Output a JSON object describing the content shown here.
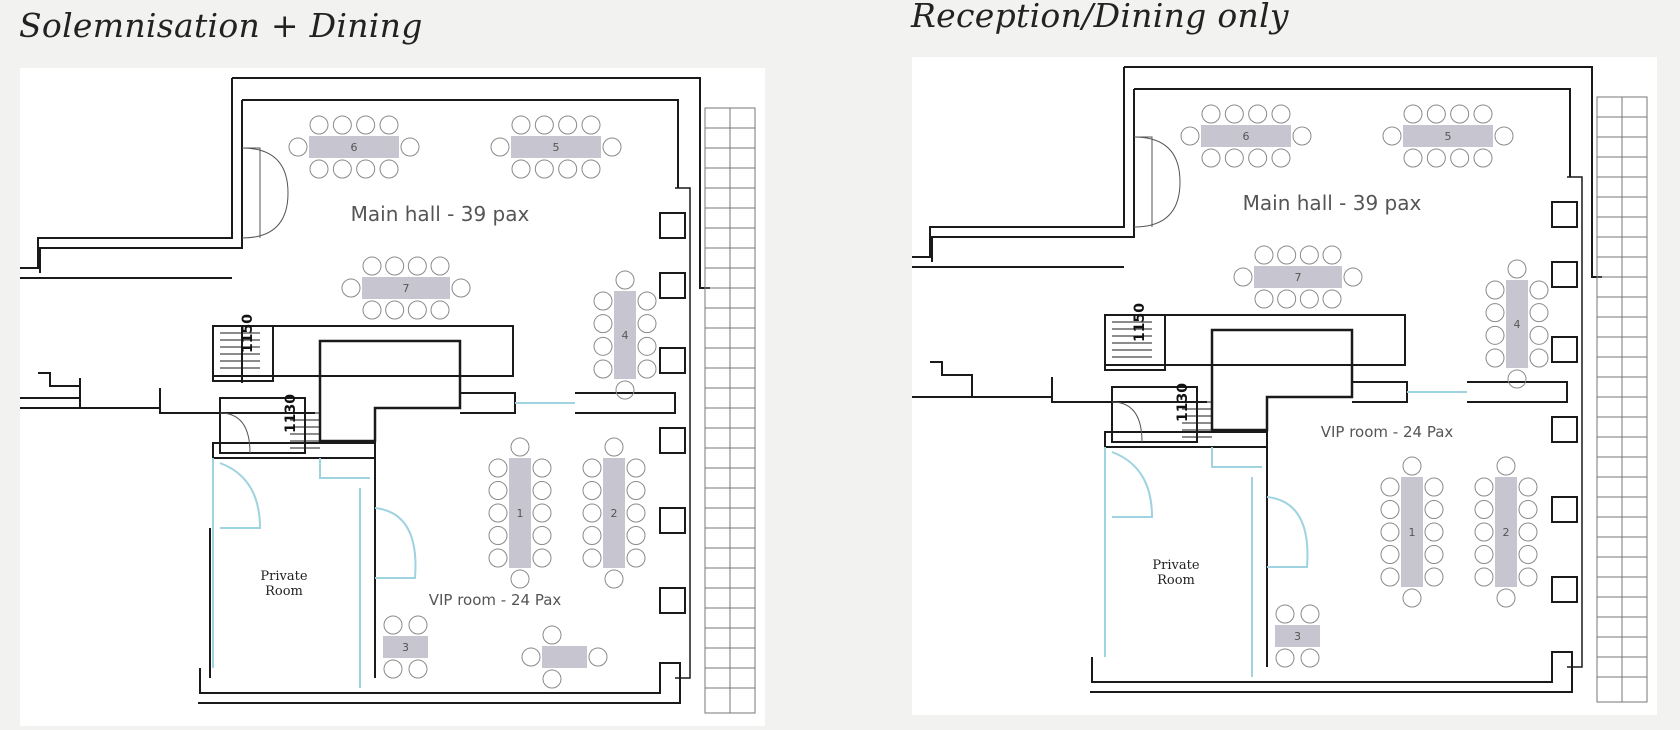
{
  "layouts": [
    {
      "title": "Solemnisation + Dining",
      "main_hall_label": "Main hall - 39 pax",
      "vip_label": "VIP room - 24 Pax",
      "private_room_label": [
        "Private",
        "Room"
      ],
      "stair_dimensions": [
        "1150",
        "1130"
      ],
      "tables": [
        "6",
        "5",
        "7",
        "4",
        "1",
        "2",
        "3",
        ""
      ]
    },
    {
      "title": "Reception/Dining only",
      "main_hall_label": "Main hall - 39 pax",
      "vip_label": "VIP room - 24 Pax",
      "private_room_label": [
        "Private",
        "Room"
      ],
      "stair_dimensions": [
        "1150",
        "1130"
      ],
      "tables": [
        "6",
        "5",
        "7",
        "4",
        "1",
        "2",
        "3"
      ]
    }
  ],
  "colors": {
    "table_fill": "#c7c5cf",
    "wall": "#1a1a1a",
    "glass": "#9fd3e0",
    "chair_stroke": "#8a8a8a"
  }
}
